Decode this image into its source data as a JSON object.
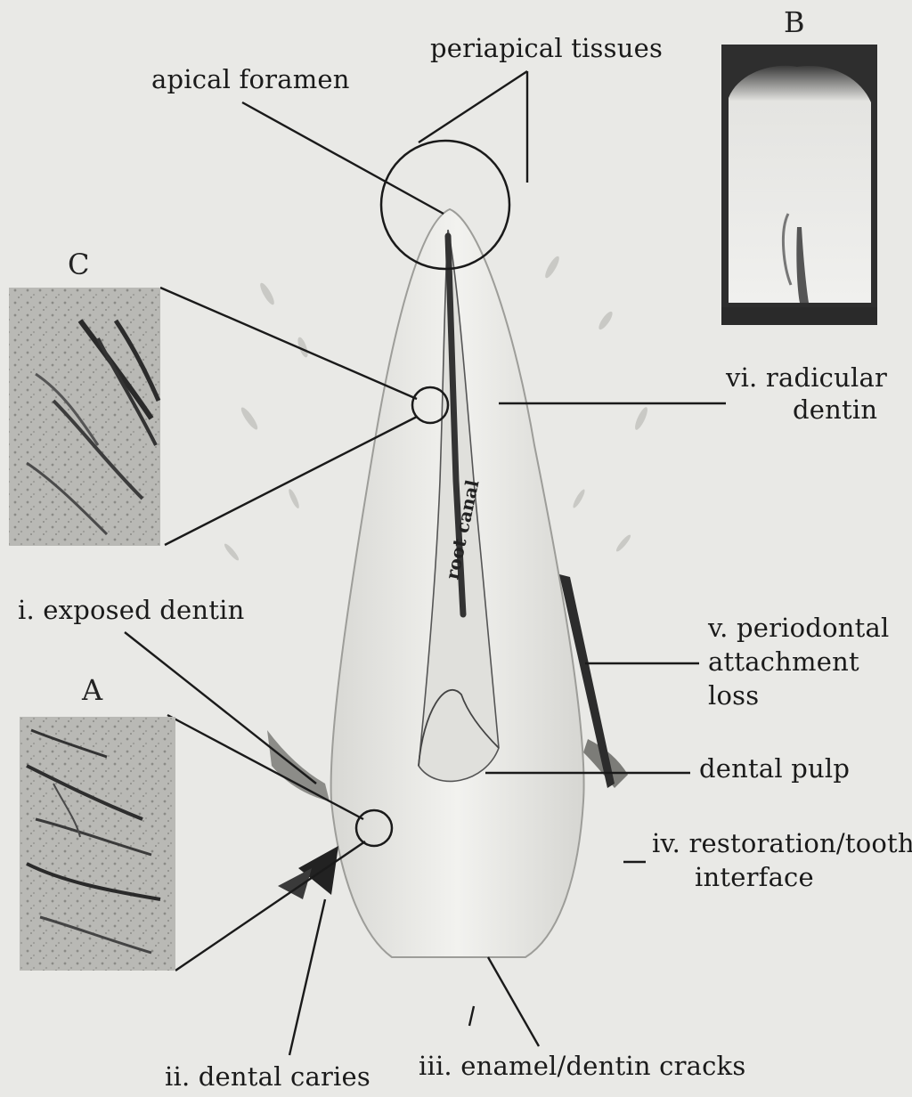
{
  "panels": {
    "a": "A",
    "b": "B",
    "c": "C"
  },
  "canal_text": "root canal",
  "labels": {
    "apical_foramen": "apical foramen",
    "periapical_tissues": "periapical tissues",
    "radicular_dentin_1": "vi. radicular",
    "radicular_dentin_2": "dentin",
    "exposed_dentin": "i. exposed dentin",
    "periodontal_1": "v. periodontal",
    "periodontal_2": "attachment",
    "periodontal_3": "loss",
    "dental_pulp": "dental pulp",
    "restoration_1": "iv. restoration/tooth",
    "restoration_2": "interface",
    "dental_caries": "ii. dental caries",
    "enamel_cracks": "iii. enamel/dentin cracks"
  }
}
